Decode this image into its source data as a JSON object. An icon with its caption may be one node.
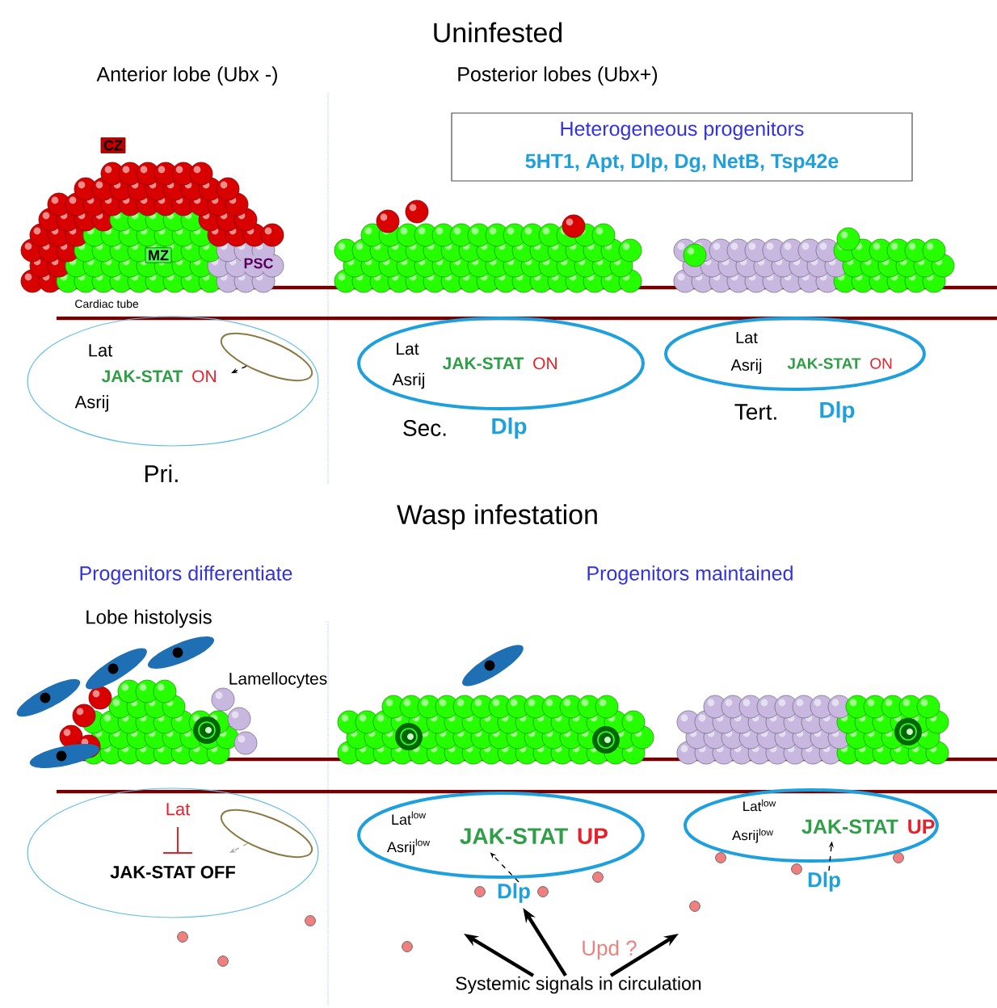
{
  "diagram": {
    "nodes": [
      {
        "text": [
          "Heterogeneous progenitors",
          "5HT1, Apt, Dlp, Dg, NetB, Tsp42e"
        ]
      },
      {
        "text": [
          "Lat",
          "JAK-STAT",
          "ON",
          "Asrij"
        ],
        "beside": [
          "Pri."
        ]
      },
      {
        "text": [],
        "shape": "ellipse",
        "in": 1
      },
      {
        "text": [
          "Lat",
          "Asrij",
          "JAK-STAT",
          "ON"
        ],
        "beside": [
          "Sec.",
          "Dlp"
        ]
      },
      {
        "text": [
          "Lat",
          "Asrij",
          "JAK-STAT",
          "ON"
        ],
        "beside": [
          "Tert.",
          "Dlp"
        ]
      },
      {
        "text": [
          "Lat",
          "JAK-STAT OFF"
        ]
      },
      {
        "text": [],
        "shape": "ellipse",
        "in": 5
      },
      {
        "text": [
          "Lat$^{low}$",
          "Asrij$^{low}$",
          "JAK-STAT",
          "UP"
        ]
      },
      {
        "text": [
          "Lat$^{low}$",
          "Asrij$^{low}$",
          "JAK-STAT",
          "UP"
        ]
      },
      {
        "text": [
          "Dlp"
        ]
      },
      {
        "text": [
          "Dlp"
        ]
      },
      {
        "text": [
          "Systemic signals in circulation"
        ]
      }
    ],
    "edges": [
      {
        "from": 2,
        "to": null,
        "arrow": "to",
        "style": "dashed"
      },
      {
        "from": 6,
        "to": null,
        "arrow": "to",
        "style": "dashed",
        "color": "#a8a8a8"
      },
      {
        "from": 9,
        "to": 7,
        "arrow": "to",
        "style": "dashed"
      },
      {
        "from": 10,
        "to": 8,
        "arrow": "to",
        "style": "dashed"
      },
      {
        "from": 11,
        "to": null,
        "arrow": "to",
        "style": "thick"
      },
      {
        "from": 11,
        "to": 9,
        "arrow": "to",
        "style": "thick"
      },
      {
        "from": 11,
        "to": null,
        "arrow": "to",
        "style": "thick"
      }
    ],
    "labels": [
      "Uninfested",
      "Anterior lobe (Ubx -)",
      "Posterior lobes (Ubx+)",
      "CZ",
      "MZ",
      "PSC",
      "Cardiac tube",
      "Wasp infestation",
      "Progenitors differentiate",
      "Progenitors maintained",
      "Lobe histolysis",
      "Lamellocytes",
      "Upd ?"
    ]
  }
}
